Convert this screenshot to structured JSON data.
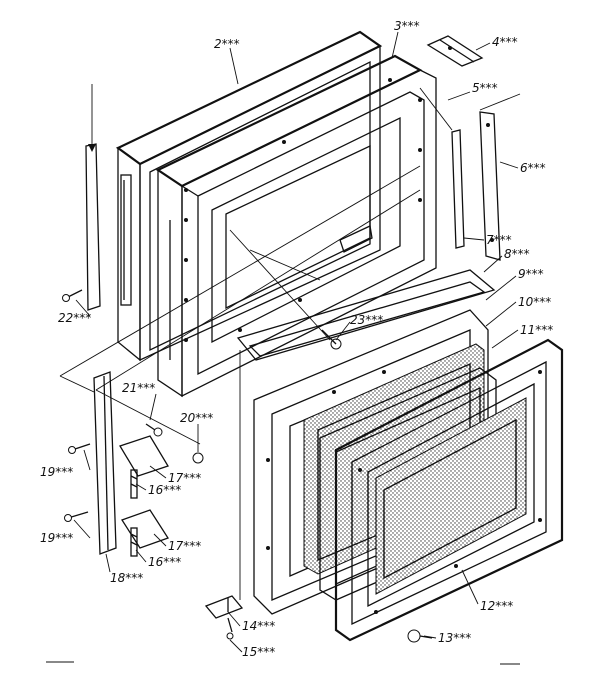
{
  "diagram": {
    "labels": [
      {
        "id": "2",
        "text": "2***"
      },
      {
        "id": "3",
        "text": "3***"
      },
      {
        "id": "4",
        "text": "4***"
      },
      {
        "id": "5",
        "text": "5***"
      },
      {
        "id": "6",
        "text": "6***"
      },
      {
        "id": "7",
        "text": "7***"
      },
      {
        "id": "8",
        "text": "8***"
      },
      {
        "id": "9",
        "text": "9***"
      },
      {
        "id": "10",
        "text": "10***"
      },
      {
        "id": "11",
        "text": "11***"
      },
      {
        "id": "12",
        "text": "12***"
      },
      {
        "id": "13",
        "text": "13***"
      },
      {
        "id": "14",
        "text": "14***"
      },
      {
        "id": "15",
        "text": "15***"
      },
      {
        "id": "16a",
        "text": "16***"
      },
      {
        "id": "16b",
        "text": "16***"
      },
      {
        "id": "17a",
        "text": "17***"
      },
      {
        "id": "17b",
        "text": "17***"
      },
      {
        "id": "18",
        "text": "18***"
      },
      {
        "id": "19a",
        "text": "19***"
      },
      {
        "id": "19b",
        "text": "19***"
      },
      {
        "id": "20",
        "text": "20***"
      },
      {
        "id": "21",
        "text": "21***"
      },
      {
        "id": "22",
        "text": "22***"
      },
      {
        "id": "23",
        "text": "23***"
      }
    ]
  }
}
